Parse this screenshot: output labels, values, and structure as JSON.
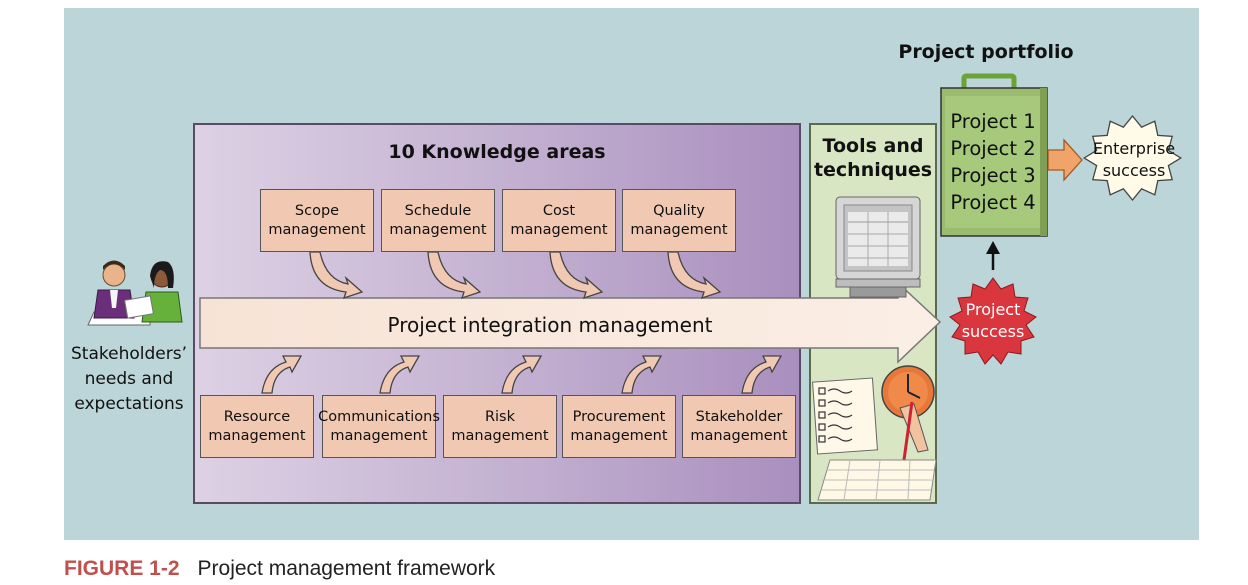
{
  "knowledge_areas_title": "10 Knowledge areas",
  "top_areas": [
    "Scope\nmanagement",
    "Schedule\nmanagement",
    "Cost\nmanagement",
    "Quality\nmanagement"
  ],
  "bottom_areas": [
    "Resource\nmanagement",
    "Communications\nmanagement",
    "Risk\nmanagement",
    "Procurement\nmanagement",
    "Stakeholder\nmanagement"
  ],
  "integration_label": "Project integration management",
  "tools_title": "Tools and\ntechniques",
  "stakeholders_label": "Stakeholders’\nneeds and\nexpectations",
  "portfolio_title": "Project portfolio",
  "portfolio_projects": "Project 1\nProject 2\nProject 3\nProject 4",
  "project_success": "Project\nsuccess",
  "enterprise_success": "Enterprise\nsuccess",
  "caption_number": "FIGURE 1-2",
  "caption_text": "Project management framework",
  "colors": {
    "panel": "#bcd5d8",
    "knowledge_area_box": "#f1c9b3",
    "tools_panel": "#d9e6c4",
    "suitcase": "#9bbb6e",
    "project_success_burst": "#d9363e",
    "caption_accent": "#c0504d"
  }
}
